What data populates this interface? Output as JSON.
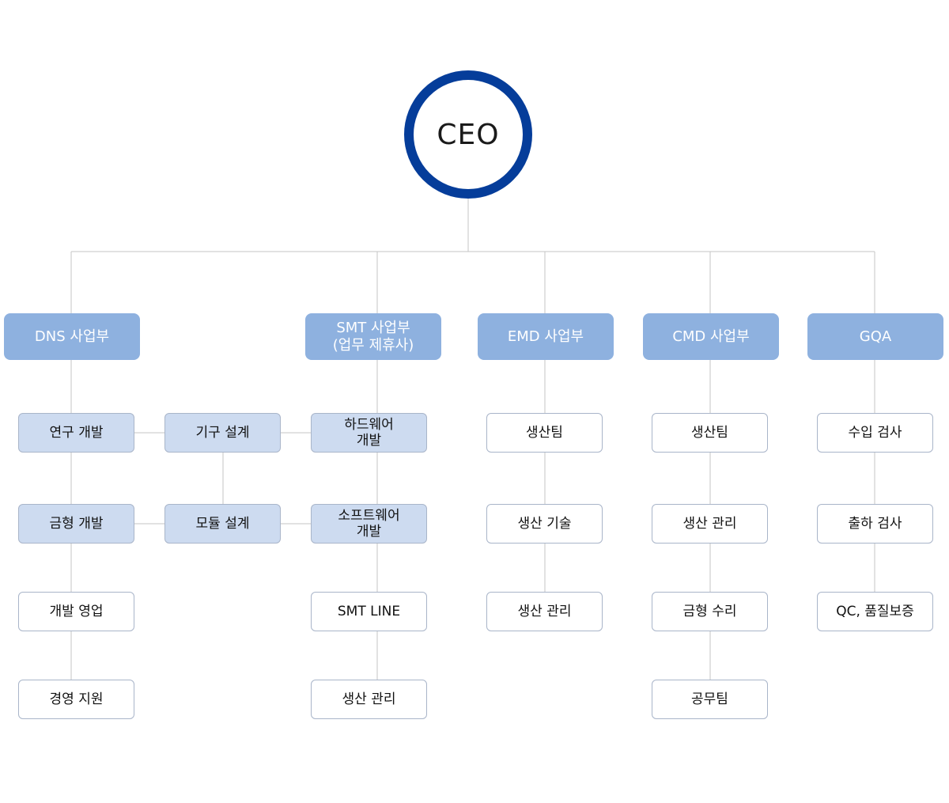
{
  "ceo": {
    "label": "CEO"
  },
  "divisions": {
    "dns": {
      "label": "DNS 사업부"
    },
    "smt": {
      "line1": "SMT 사업부",
      "line2": "(업무 제휴사)"
    },
    "emd": {
      "label": "EMD 사업부"
    },
    "cmd": {
      "label": "CMD 사업부"
    },
    "gqa": {
      "label": "GQA"
    }
  },
  "teams": {
    "dns": [
      "연구 개발",
      "금형 개발",
      "개발 영업",
      "경영 지원"
    ],
    "dns_design": [
      "기구 설계",
      "모듈 설계"
    ],
    "smt": [
      {
        "line1": "하드웨어",
        "line2": "개발"
      },
      {
        "line1": "소프트웨어",
        "line2": "개발"
      },
      {
        "line1": "SMT LINE"
      },
      {
        "line1": "생산 관리"
      }
    ],
    "emd": [
      "생산팀",
      "생산 기술",
      "생산 관리"
    ],
    "cmd": [
      "생산팀",
      "생산 관리",
      "금형 수리",
      "공무팀"
    ],
    "gqa": [
      "수입 검사",
      "출하 검사",
      "QC, 품질보증"
    ]
  },
  "colors": {
    "ceo_ring": "#053d9a",
    "division_fill": "#8eb1df",
    "highlight_fill": "#cddbf0",
    "connector": "#c4c4c4"
  }
}
